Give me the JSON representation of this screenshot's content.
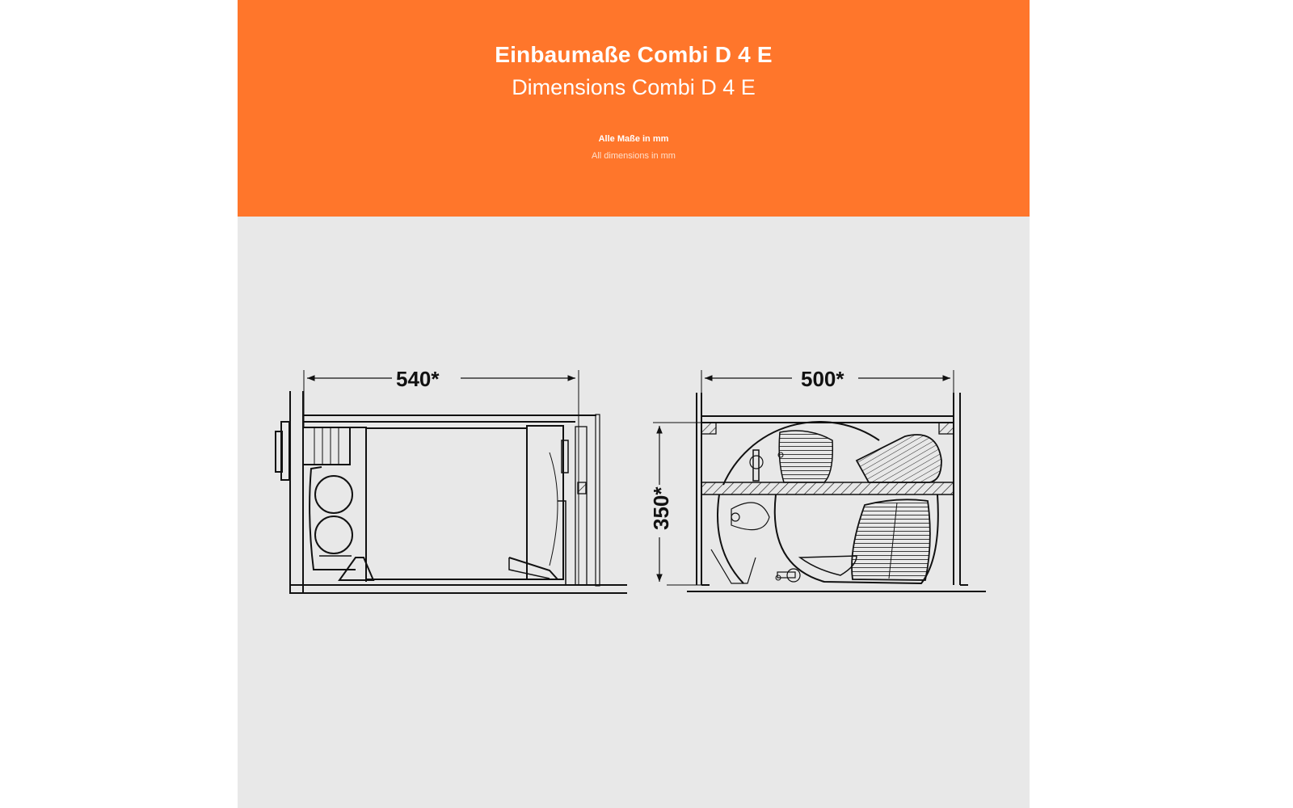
{
  "header": {
    "title_de": "Einbaumaße Combi D 4 E",
    "title_en": "Dimensions Combi D 4 E",
    "note_de": "Alle Maße in mm",
    "note_en": "All dimensions in mm"
  },
  "colors": {
    "header_bg": "#ff762b",
    "page_bg": "#e8e8e8",
    "line": "#111111"
  },
  "drawings": {
    "side_view": {
      "width_label": "540*"
    },
    "front_view": {
      "width_label": "500*",
      "height_label": "350*"
    }
  }
}
